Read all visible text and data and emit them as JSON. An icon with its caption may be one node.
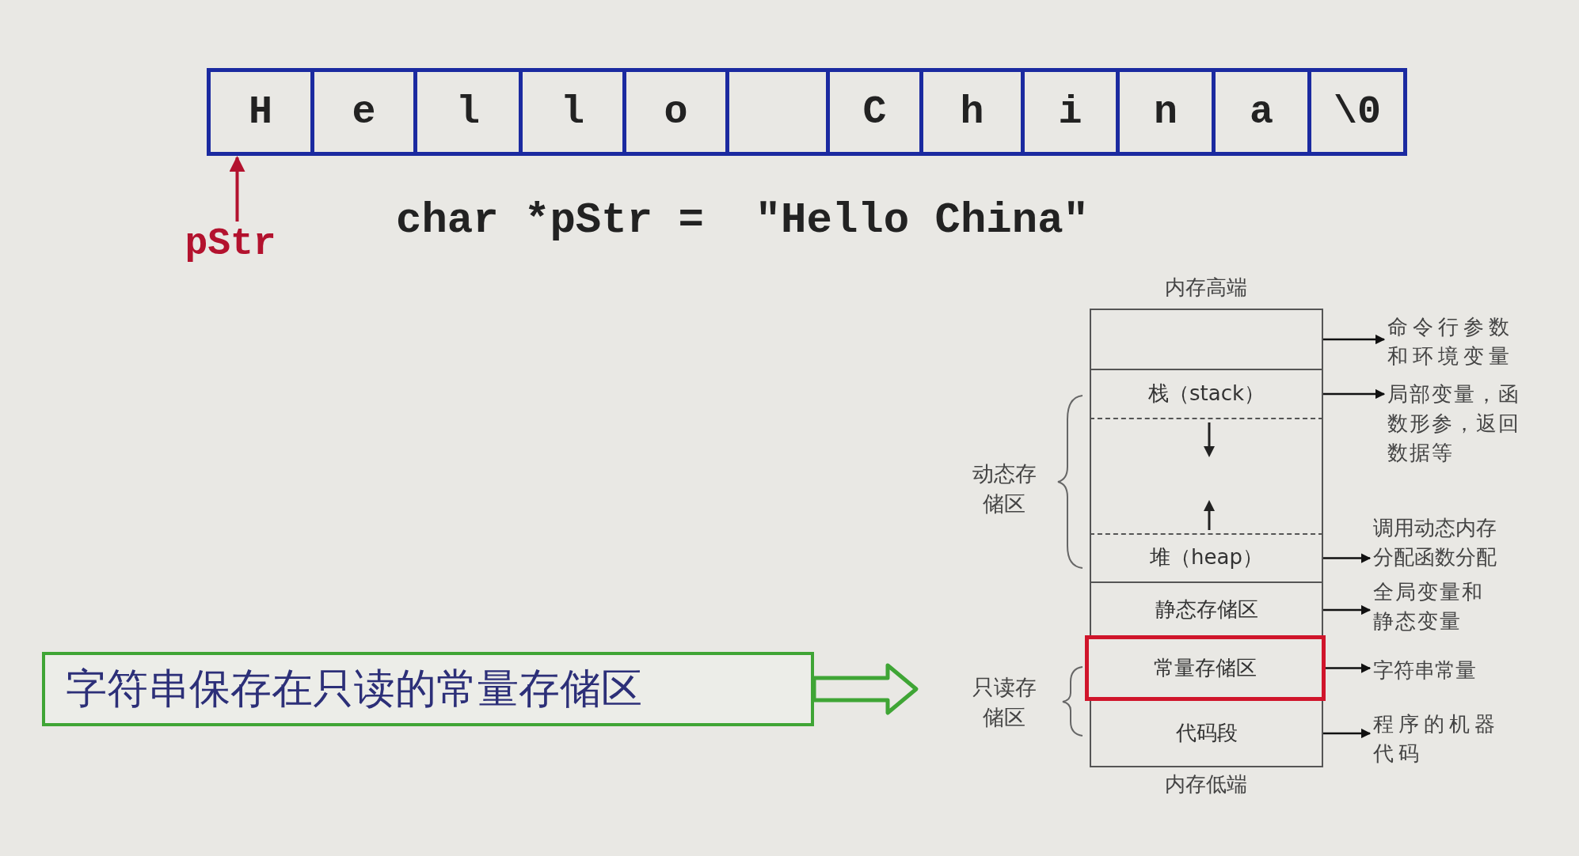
{
  "diagram": {
    "nodes": [
      {
        "text": [
          "H"
        ]
      },
      {
        "text": [
          "e"
        ]
      },
      {
        "text": [
          "l"
        ]
      },
      {
        "text": [
          "l"
        ]
      },
      {
        "text": [
          "o"
        ]
      },
      {
        "text": [],
        "shape": "box"
      },
      {
        "text": [
          "C"
        ]
      },
      {
        "text": [
          "h"
        ]
      },
      {
        "text": [
          "i"
        ]
      },
      {
        "text": [
          "n"
        ]
      },
      {
        "text": [
          "a"
        ]
      },
      {
        "text": [
          "\\0"
        ]
      },
      {
        "text": [
          "pStr"
        ]
      },
      {
        "text": [],
        "shape": "box"
      },
      {
        "text": [
          "栈（stack）"
        ]
      },
      {
        "text": [],
        "shape": "box"
      },
      {
        "text": [
          "堆（heap）"
        ]
      },
      {
        "text": [
          "静态存储区"
        ]
      },
      {
        "text": [
          "常量存储区"
        ]
      },
      {
        "text": [
          "代码段"
        ]
      },
      {
        "text": [
          "命令行参数和环境变量"
        ]
      },
      {
        "text": [
          "局部变量，函数形参，返回数据等"
        ]
      },
      {
        "text": [
          "调用动态内存分配函数分配"
        ]
      },
      {
        "text": [
          "全局变量和静态变量"
        ]
      },
      {
        "text": [
          "字符串常量"
        ]
      },
      {
        "text": [
          "程序的机器代码"
        ]
      },
      {
        "text": [
          "字符串保存在只读的常量存储区"
        ]
      }
    ],
    "edges": [
      {
        "from": 12,
        "to": 0,
        "arrow": "to",
        "color": "#b3122e"
      },
      {
        "from": 13,
        "to": 20,
        "arrow": "to"
      },
      {
        "from": 14,
        "to": 21,
        "arrow": "to"
      },
      {
        "from": 16,
        "to": 22,
        "arrow": "to"
      },
      {
        "from": 17,
        "to": 23,
        "arrow": "to"
      },
      {
        "from": 18,
        "to": 24,
        "arrow": "to"
      },
      {
        "from": 19,
        "to": 25,
        "arrow": "to"
      },
      {
        "from": 26,
        "to": null,
        "arrow": "to",
        "style": "thick",
        "color": "#3fa535"
      }
    ],
    "labels": [
      "char *pStr =  \"Hello China\"",
      "内存高端",
      "动态存储区",
      "只读存储区",
      "内存低端"
    ]
  }
}
